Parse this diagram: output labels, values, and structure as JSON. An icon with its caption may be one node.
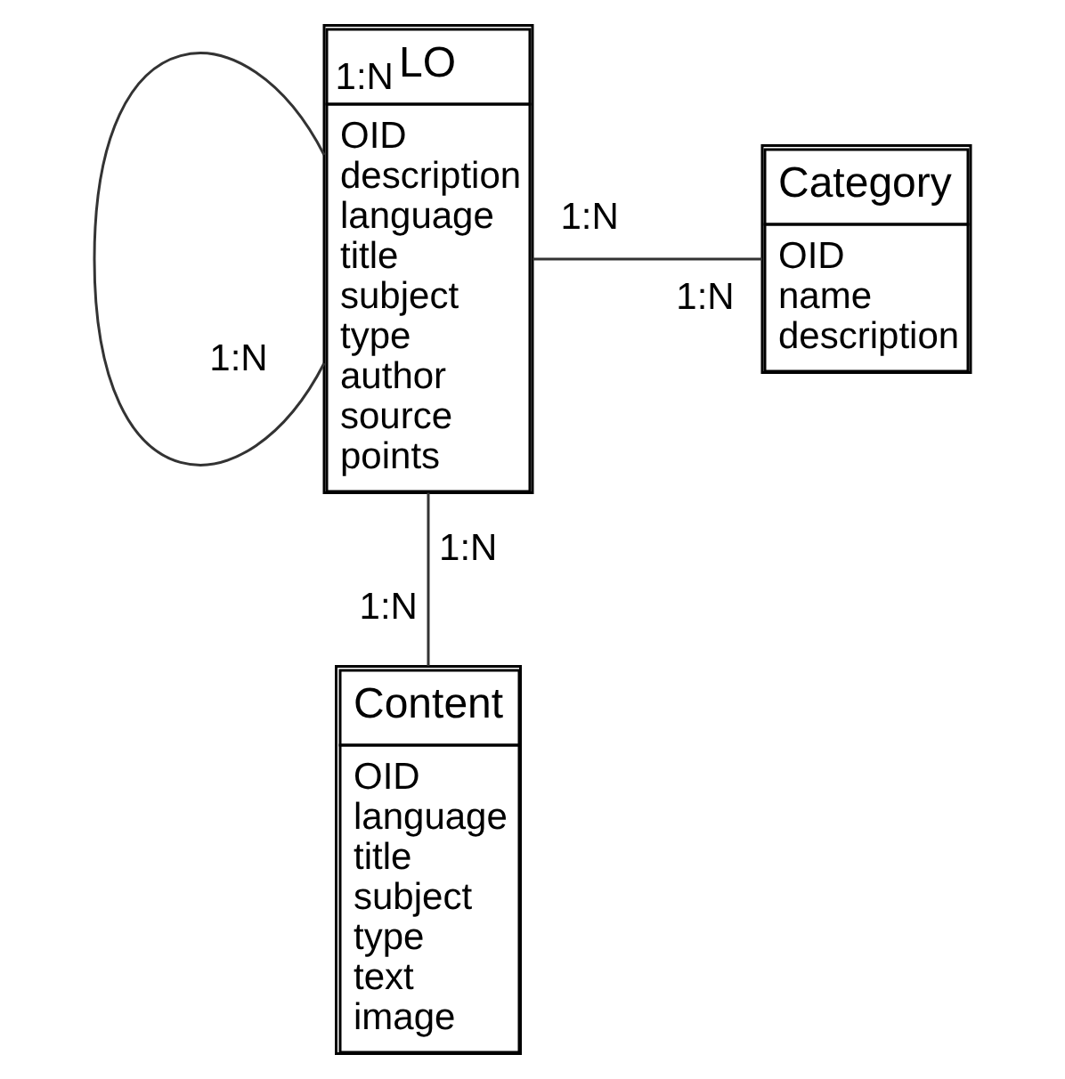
{
  "diagram": {
    "nodes": [
      {
        "text": [
          "LO",
          "OID",
          "description",
          "language",
          "title",
          "subject",
          "type",
          "author",
          "source",
          "points"
        ]
      },
      {
        "text": [
          "Category",
          "OID",
          "name",
          "description"
        ]
      },
      {
        "text": [
          "Content",
          "OID",
          "language",
          "title",
          "subject",
          "type",
          "text",
          "image"
        ]
      }
    ],
    "edges": [
      {
        "from": 0,
        "to": 0,
        "arrow": "none",
        "label": "1:N"
      },
      {
        "from": 0,
        "to": 1,
        "arrow": "none",
        "label": "1:N"
      },
      {
        "from": 0,
        "to": 2,
        "arrow": "none",
        "label": "1:N"
      }
    ],
    "labels": [
      "1:N",
      "1:N",
      "1:N"
    ]
  }
}
